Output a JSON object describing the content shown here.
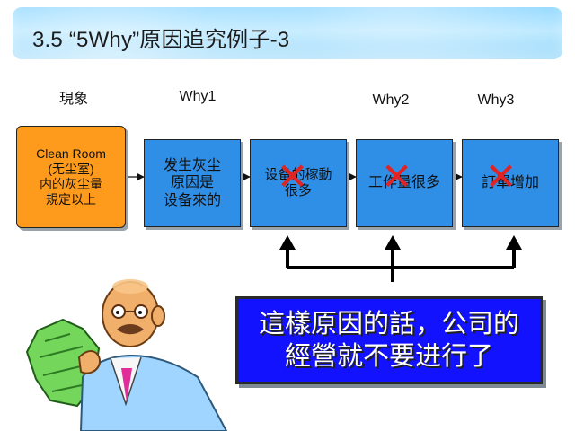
{
  "title": "3.5 “5Why”原因追究例子-3",
  "column_labels": {
    "phenomenon": "現象",
    "why1": "Why1",
    "why2": "Why2",
    "why3": "Why3"
  },
  "boxes": {
    "phenomenon_lines": [
      "Clean Room",
      "(无尘室)",
      "内的灰尘量",
      "規定以上"
    ],
    "why1_lines": [
      "发生灰尘",
      "原因是",
      "设备來的"
    ],
    "box3_lines": [
      "设备的稼動",
      "很多"
    ],
    "box4_text": "工作量很多",
    "box5_text": "訂單增加"
  },
  "conclusion_lines": [
    "這樣原因的話，公司的",
    "經營就不要进行了"
  ],
  "colors": {
    "phenomenon_box": "#ff9b1c",
    "why_box": "#2f8ee6",
    "x_mark": "#e02323",
    "conclusion_box": "#1212ff"
  },
  "icons": [
    "cross-icon",
    "arrow-right-icon",
    "arrow-up-icon",
    "cartoon-man-holding-money"
  ]
}
